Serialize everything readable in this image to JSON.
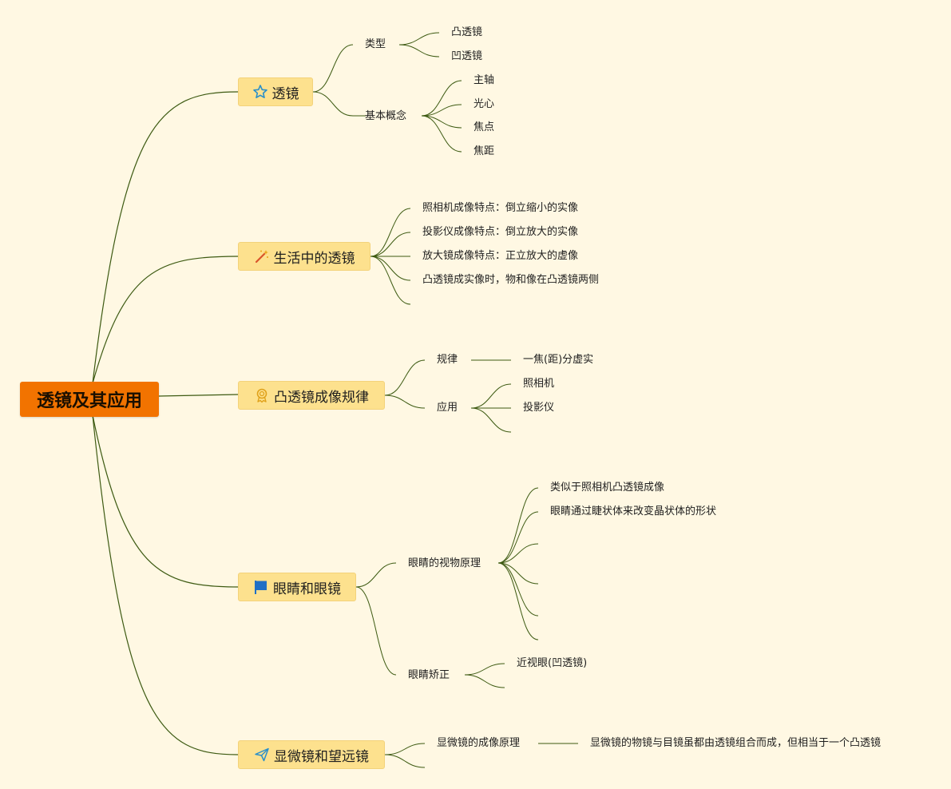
{
  "root": {
    "label": "透镜及其应用"
  },
  "branches": [
    {
      "label": "透镜",
      "icon": "star-icon",
      "groups": [
        {
          "label": "类型",
          "items": [
            "凸透镜",
            "凹透镜"
          ]
        },
        {
          "label": "基本概念",
          "items": [
            "主轴",
            "光心",
            "焦点",
            "焦距"
          ]
        }
      ]
    },
    {
      "label": "生活中的透镜",
      "icon": "magic-wand-icon",
      "items": [
        "照相机成像特点：倒立缩小的实像",
        "投影仪成像特点：倒立放大的实像",
        "放大镜成像特点：正立放大的虚像",
        "凸透镜成实像时，物和像在凸透镜两侧",
        ""
      ]
    },
    {
      "label": "凸透镜成像规律",
      "icon": "award-badge-icon",
      "groups": [
        {
          "label": "规律",
          "items": [
            "一焦(距)分虚实"
          ]
        },
        {
          "label": "应用",
          "items": [
            "照相机",
            "投影仪",
            ""
          ]
        }
      ]
    },
    {
      "label": "眼睛和眼镜",
      "icon": "flag-icon",
      "groups": [
        {
          "label": "眼睛的视物原理",
          "items": [
            "类似于照相机凸透镜成像",
            "眼睛通过睫状体来改变晶状体的形状",
            "",
            "",
            "",
            ""
          ]
        },
        {
          "label": "眼睛矫正",
          "items": [
            "近视眼(凹透镜)",
            ""
          ]
        }
      ]
    },
    {
      "label": "显微镜和望远镜",
      "icon": "paper-plane-icon",
      "groups": [
        {
          "label": "显微镜的成像原理",
          "items": [
            "显微镜的物镜与目镜虽都由透镜组合而成，但相当于一个凸透镜"
          ]
        },
        {
          "label": "",
          "items": []
        }
      ]
    }
  ],
  "colors": {
    "background": "#fff8e3",
    "root": "#f27300",
    "branch": "#fde18e",
    "line": "#3d5a12"
  }
}
